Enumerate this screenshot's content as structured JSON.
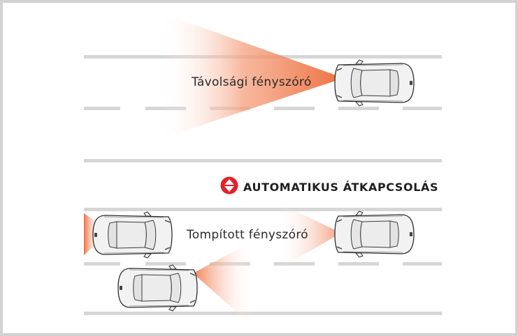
{
  "labels": {
    "high_beam": "Távolsági fényszóró",
    "low_beam": "Tompított fényszóró",
    "auto_switch": "AUTOMATIKUS ÁTKAPCSOLÁS"
  },
  "icons": {
    "switch": "up-down-arrows-icon",
    "car": "car-top-view-icon"
  },
  "colors": {
    "beam": "#f07f52",
    "accent": "#e4212b",
    "road_line": "#d6d6d6",
    "car_body": "#f2f2f2",
    "car_outline": "#2f2f2f",
    "frame": "#d2d2d2"
  }
}
